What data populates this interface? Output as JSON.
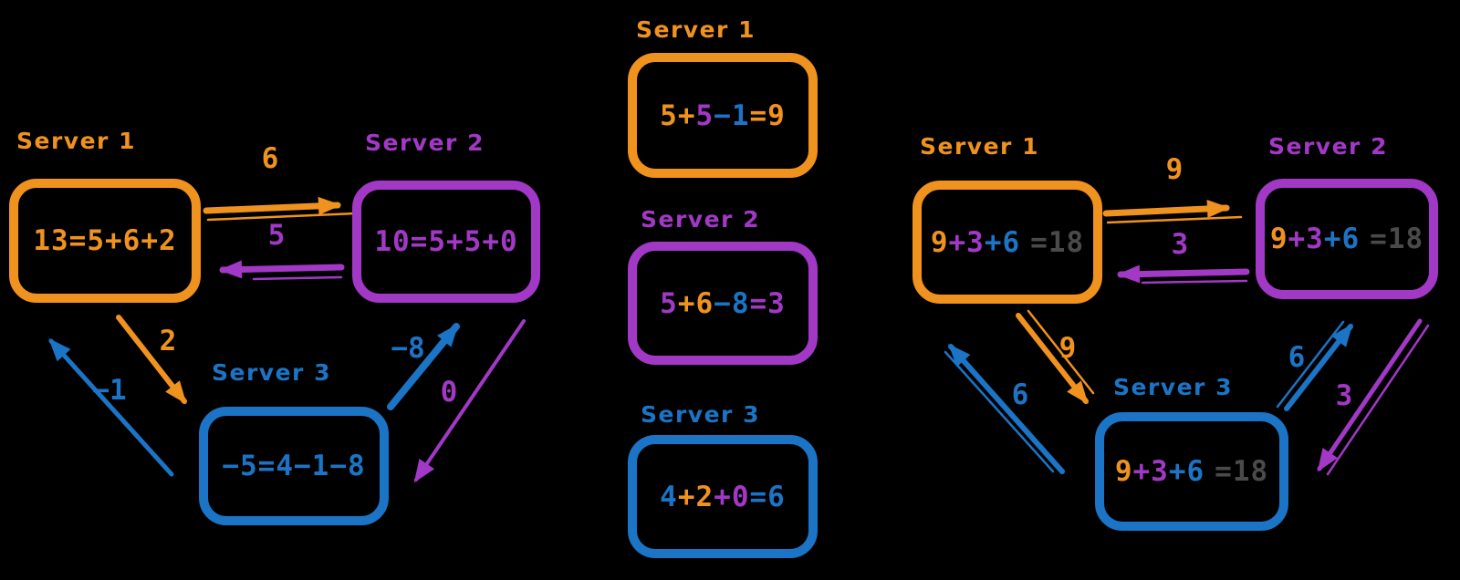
{
  "colors": {
    "orange": "#F0921E",
    "purple": "#A238C6",
    "blue": "#1B74C5",
    "gray": "#4A4A4A",
    "background": "#000000"
  },
  "left": {
    "server1": {
      "name": "Server 1",
      "color": "orange",
      "equation": [
        {
          "text": "13=5+6+2",
          "color": "orange"
        }
      ]
    },
    "server2": {
      "name": "Server 2",
      "color": "purple",
      "equation": [
        {
          "text": "10=5+5+0",
          "color": "purple"
        }
      ]
    },
    "server3": {
      "name": "Server 3",
      "color": "blue",
      "equation": [
        {
          "text": "−5=4−1−8",
          "color": "blue"
        }
      ]
    },
    "edges": {
      "s1_to_s2": {
        "label": "6",
        "color": "orange"
      },
      "s2_to_s1": {
        "label": "5",
        "color": "purple"
      },
      "s1_to_s3": {
        "label": "2",
        "color": "orange"
      },
      "s3_to_s1": {
        "label": "−1",
        "color": "blue"
      },
      "s3_to_s2": {
        "label": "−8",
        "color": "blue"
      },
      "s2_to_s3": {
        "label": "0",
        "color": "purple"
      }
    }
  },
  "middle": {
    "server1": {
      "name": "Server 1",
      "color": "orange",
      "equation": [
        {
          "text": "5",
          "color": "orange"
        },
        {
          "text": "+",
          "color": "orange"
        },
        {
          "text": "5",
          "color": "purple"
        },
        {
          "text": "−1",
          "color": "blue"
        },
        {
          "text": "=9",
          "color": "orange"
        }
      ]
    },
    "server2": {
      "name": "Server 2",
      "color": "purple",
      "equation": [
        {
          "text": "5",
          "color": "purple"
        },
        {
          "text": "+6",
          "color": "orange"
        },
        {
          "text": "−8",
          "color": "blue"
        },
        {
          "text": "=3",
          "color": "purple"
        }
      ]
    },
    "server3": {
      "name": "Server 3",
      "color": "blue",
      "equation": [
        {
          "text": "4",
          "color": "blue"
        },
        {
          "text": "+2",
          "color": "orange"
        },
        {
          "text": "+0",
          "color": "purple"
        },
        {
          "text": "=6",
          "color": "blue"
        }
      ]
    }
  },
  "right": {
    "server1": {
      "name": "Server 1",
      "color": "orange",
      "equation": [
        {
          "text": "9",
          "color": "orange"
        },
        {
          "text": "+3",
          "color": "purple"
        },
        {
          "text": "+6",
          "color": "blue"
        },
        {
          "text": "=18",
          "color": "gray"
        }
      ]
    },
    "server2": {
      "name": "Server 2",
      "color": "purple",
      "equation": [
        {
          "text": "9",
          "color": "orange"
        },
        {
          "text": "+3",
          "color": "purple"
        },
        {
          "text": "+6",
          "color": "blue"
        },
        {
          "text": "=18",
          "color": "gray"
        }
      ]
    },
    "server3": {
      "name": "Server 3",
      "color": "blue",
      "equation": [
        {
          "text": "9",
          "color": "orange"
        },
        {
          "text": "+3",
          "color": "purple"
        },
        {
          "text": "+6",
          "color": "blue"
        },
        {
          "text": "=18",
          "color": "gray"
        }
      ]
    },
    "edges": {
      "s1_to_s2": {
        "label": "9",
        "color": "orange"
      },
      "s2_to_s1": {
        "label": "3",
        "color": "purple"
      },
      "s1_to_s3": {
        "label": "9",
        "color": "orange"
      },
      "s3_to_s1": {
        "label": "6",
        "color": "blue"
      },
      "s3_to_s2": {
        "label": "6",
        "color": "blue"
      },
      "s2_to_s3": {
        "label": "3",
        "color": "purple"
      }
    }
  }
}
